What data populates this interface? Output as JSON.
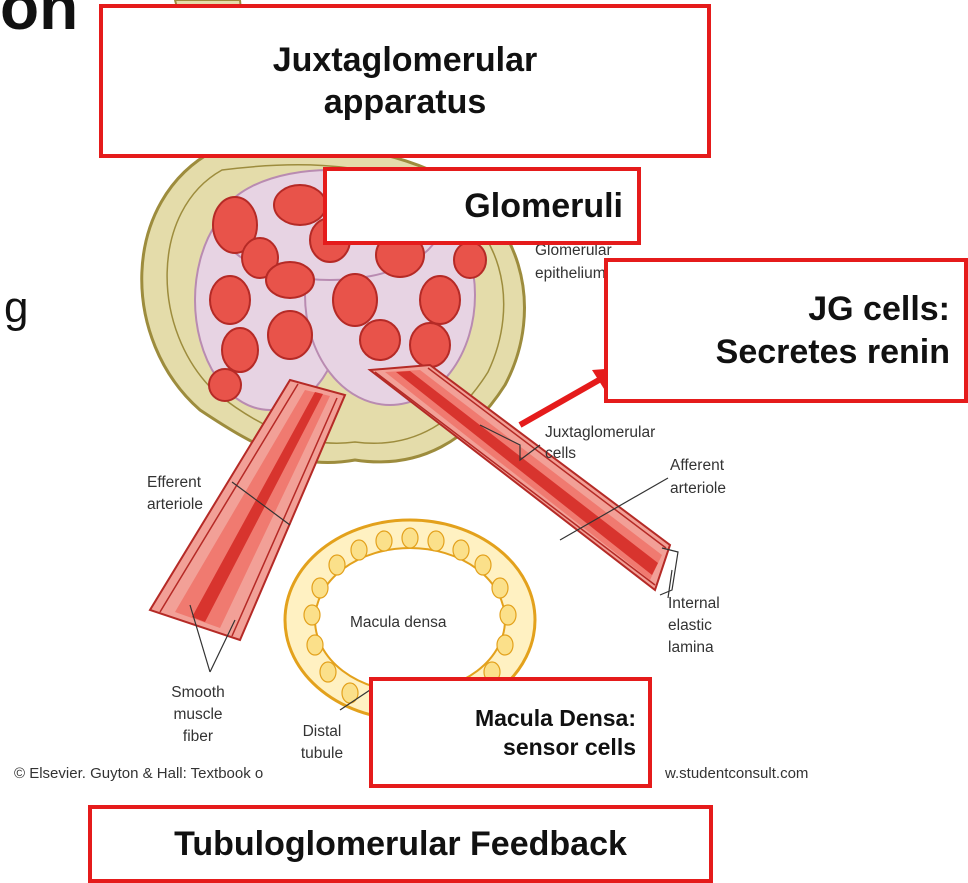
{
  "title_fragment": "on",
  "side_fragment": "g",
  "callouts": {
    "juxtaglomerular_apparatus": [
      "Juxtaglomerular",
      "apparatus"
    ],
    "glomeruli": "Glomeruli",
    "jg_cells": [
      "JG cells:",
      "Secretes renin"
    ],
    "macula_densa": [
      "Macula Densa:",
      "sensor cells"
    ],
    "footer": "Tubuloglomerular Feedback"
  },
  "diagram_labels": {
    "glomerular_epithelium": [
      "Glomerular",
      "epithelium"
    ],
    "juxtaglomerular_cells": [
      "Juxtaglomerular",
      "cells"
    ],
    "efferent_arteriole": [
      "Efferent",
      "arteriole"
    ],
    "afferent_arteriole": [
      "Afferent",
      "arteriole"
    ],
    "internal_elastic_lamina": [
      "Internal",
      "elastic",
      "lamina"
    ],
    "macula_densa": "Macula densa",
    "smooth_muscle_fiber": [
      "Smooth",
      "muscle",
      "fiber"
    ],
    "distal_tubule": [
      "Distal",
      "tubule"
    ]
  },
  "caption": {
    "left": "© Elsevier. Guyton & Hall: Textbook o",
    "right": "w.studentconsult.com"
  },
  "colors": {
    "callout_border": "#e51b1b",
    "capsule_fill": "#e4dcaa",
    "capsule_stroke": "#9d8c3d",
    "vessel_fill": "#f07a70",
    "vessel_core": "#d8342e",
    "tubule_fill": "#fff1c2",
    "tubule_stroke": "#e3a11c"
  }
}
